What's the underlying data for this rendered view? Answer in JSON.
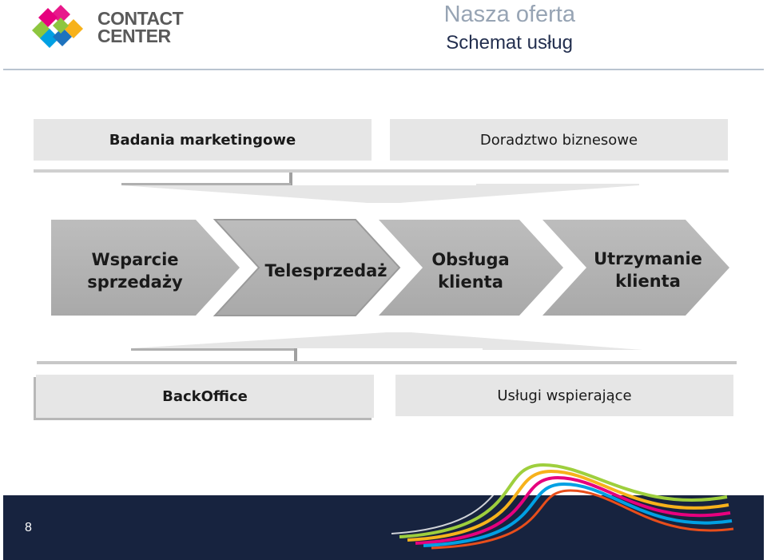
{
  "header": {
    "logo_line1": "CONTACT",
    "logo_line2": "CENTER",
    "title": "Nasza oferta",
    "subtitle": "Schemat usług"
  },
  "top_boxes": [
    "Badania marketingowe",
    "Doradztwo biznesowe"
  ],
  "process_steps": [
    {
      "line1": "Wsparcie",
      "line2": "sprzedaży"
    },
    {
      "line1": "Telesprzedaż",
      "line2": ""
    },
    {
      "line1": "Obsługa",
      "line2": "klienta"
    },
    {
      "line1": "Utrzymanie",
      "line2": "klienta"
    }
  ],
  "bottom_boxes": [
    "BackOffice",
    "Usługi wspierające"
  ],
  "footer": {
    "page_number": "8"
  },
  "colors": {
    "title": "#97a4b4",
    "subtitle": "#232f4f",
    "footer_bg": "#17233f",
    "box_bg": "#e6e6e6",
    "chevron": "#c0c0c0"
  }
}
